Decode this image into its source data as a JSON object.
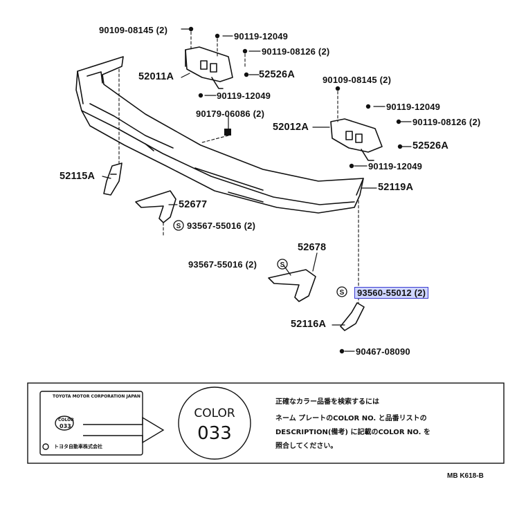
{
  "callouts": {
    "c1": "90109-08145 (2)",
    "c2": "90119-12049",
    "c3": "90119-08126 (2)",
    "c4": "52011A",
    "c5": "52526A",
    "c6": "90109-08145 (2)",
    "c7": "90119-12049",
    "c8": "90179-06086 (2)",
    "c9": "90119-12049",
    "c10": "52012A",
    "c11": "90119-08126 (2)",
    "c12": "52526A",
    "c13": "90119-12049",
    "c14": "52115A",
    "c15": "52119A",
    "c16": "52677",
    "c17": "93567-55016 (2)",
    "c18": "52678",
    "c19": "93567-55016 (2)",
    "c20": "93560-55012 (2)",
    "c21": "52116A",
    "c22": "90467-08090"
  },
  "color_box": {
    "plate_line1": "TOYOTA MOTOR CORPORATION JAPAN",
    "plate_color_label": "COLOR",
    "plate_color_value": "033",
    "plate_maker": "トヨタ自動車株式会社",
    "big_color_label": "COLOR",
    "big_color_value": "033",
    "note_line1": "正確なカラー品番を検索するには",
    "note_line2": "ネーム プレートのCOLOR NO. と品番リストの",
    "note_line3": "DESCRIPTION(備考) に記載のCOLOR NO. を",
    "note_line4": "照合してください。"
  },
  "figure_code": "MB K618-B",
  "highlight_color": "#cfd6ff"
}
